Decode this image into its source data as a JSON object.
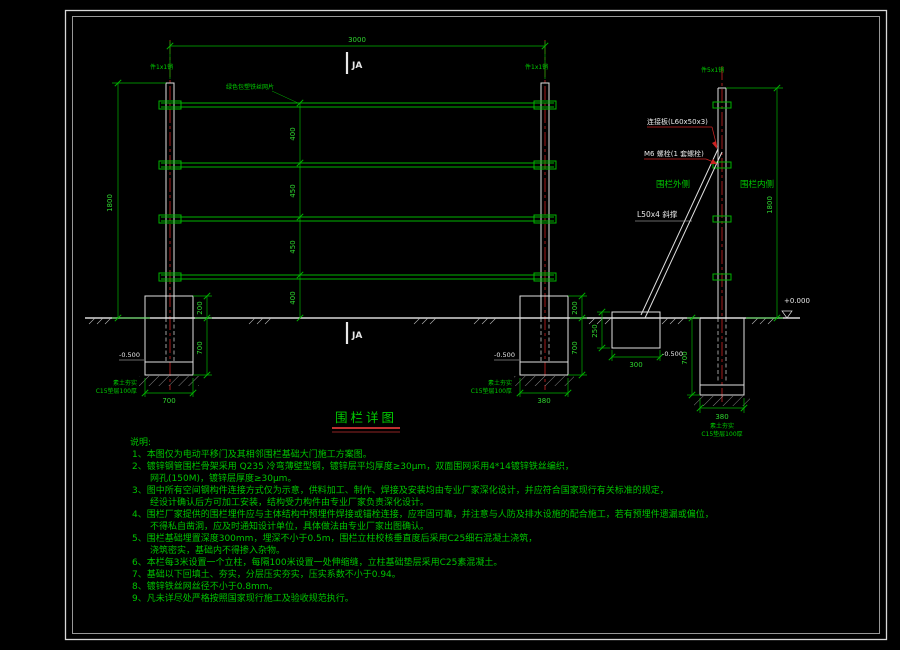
{
  "title": {
    "text": "围栏详图"
  },
  "elevation": {
    "span_dim": "3000",
    "height_dim": "1800",
    "rail_dims": [
      "400",
      "450",
      "450",
      "400"
    ],
    "section_top": "JA",
    "section_bottom": "JA",
    "mesh_label": "绿色包塑铁丝网片",
    "post_tag_left": "件1x1销",
    "post_tag_right": "件1x1销",
    "found_left": {
      "width": "700",
      "top_offset": "200",
      "depth": "700",
      "level": "-0.500",
      "soil1": "素土夯实",
      "soil2": "C15垫层100厚"
    },
    "found_right": {
      "width": "380",
      "top_offset": "200",
      "depth": "700",
      "level": "-0.500",
      "soil1": "素土夯实",
      "soil2": "C15垫层100厚"
    }
  },
  "side": {
    "height_dim": "1800",
    "post_tag": "件5x1销",
    "outside_label": "围栏外侧",
    "inside_label": "围栏内侧",
    "brace_label": "L50x4 斜撑",
    "callout_plate": "连接板(L60x50x3)",
    "callout_bolt": "M6 螺栓(1 套螺栓)",
    "level_zero": "+0.000",
    "level_minus": "-0.500",
    "brace_found": {
      "width": "300",
      "depth": "250"
    },
    "post_found": {
      "width": "380",
      "depth": "700",
      "soil1": "素土夯实",
      "soil2": "C15垫层100厚"
    }
  },
  "notes": {
    "header": "说明:",
    "lines": [
      "1、本图仅为电动平移门及其相邻围栏基础大门施工方案图。",
      "2、镀锌钢管围栏骨架采用 Q235 冷弯薄壁型钢，镀锌层平均厚度≥30μm，双面围网采用4*14镀锌铁丝编织，",
      "网孔(150M)，镀锌层厚度≥30μm。",
      "3、图中所有空间钢构件连接方式仅为示意，供料加工、制作、焊接及安装均由专业厂家深化设计，并应符合国家现行有关标准的规定，",
      "经设计确认后方可加工安装，结构受力构件由专业厂家负责深化设计。",
      "4、围栏厂家提供的围栏埋件应与主体结构中预埋件焊接或锚栓连接，应牢固可靠，并注意与人防及排水设施的配合施工，若有预埋件遗漏或偏位，",
      "不得私自凿洞，应及时通知设计单位，具体做法由专业厂家出图确认。",
      "5、围栏基础埋置深度300mm，埋深不小于0.5m，围栏立柱校核垂直度后采用C25细石混凝土浇筑，",
      "浇筑密实，基础内不得掺入杂物。",
      "6、本栏每3米设置一个立柱，每隔100米设置一处伸缩缝，立柱基础垫层采用C25素混凝土。",
      "7、基础以下回填土、夯实，分层压实夯实，压实系数不小于0.94。",
      "8、镀锌铁丝网丝径不小于0.8mm。",
      "9、凡未详尽处严格按照国家现行施工及验收规范执行。"
    ]
  }
}
